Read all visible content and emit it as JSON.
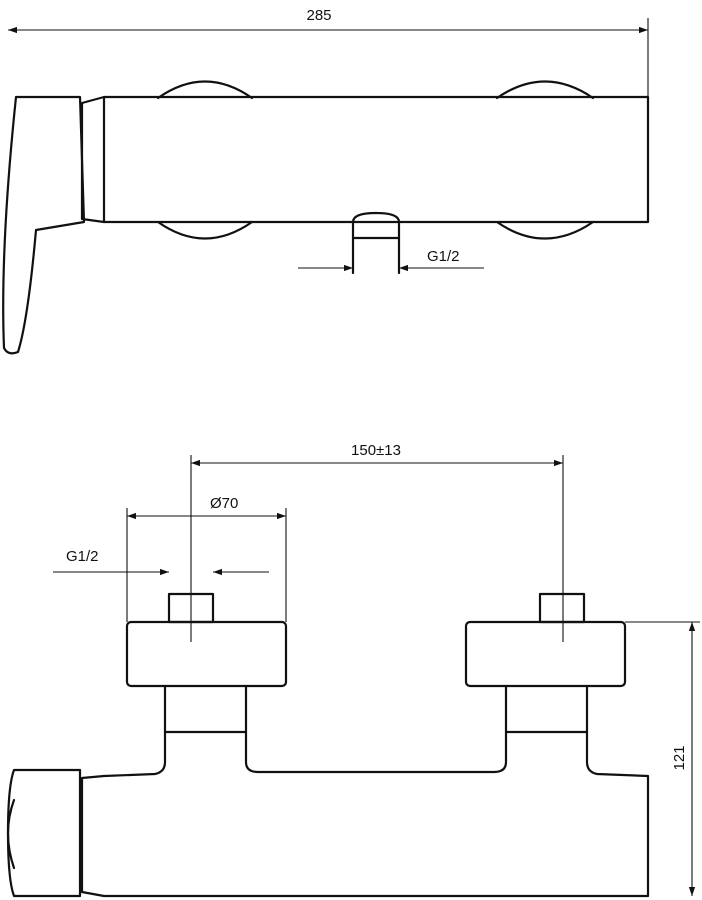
{
  "top_view": {
    "overall_width_label": "285",
    "outlet_thread_label": "G1/2"
  },
  "front_view": {
    "center_distance_label": "150±13",
    "diameter_label": "Ø70",
    "inlet_thread_label": "G1/2",
    "height_label": "121"
  }
}
